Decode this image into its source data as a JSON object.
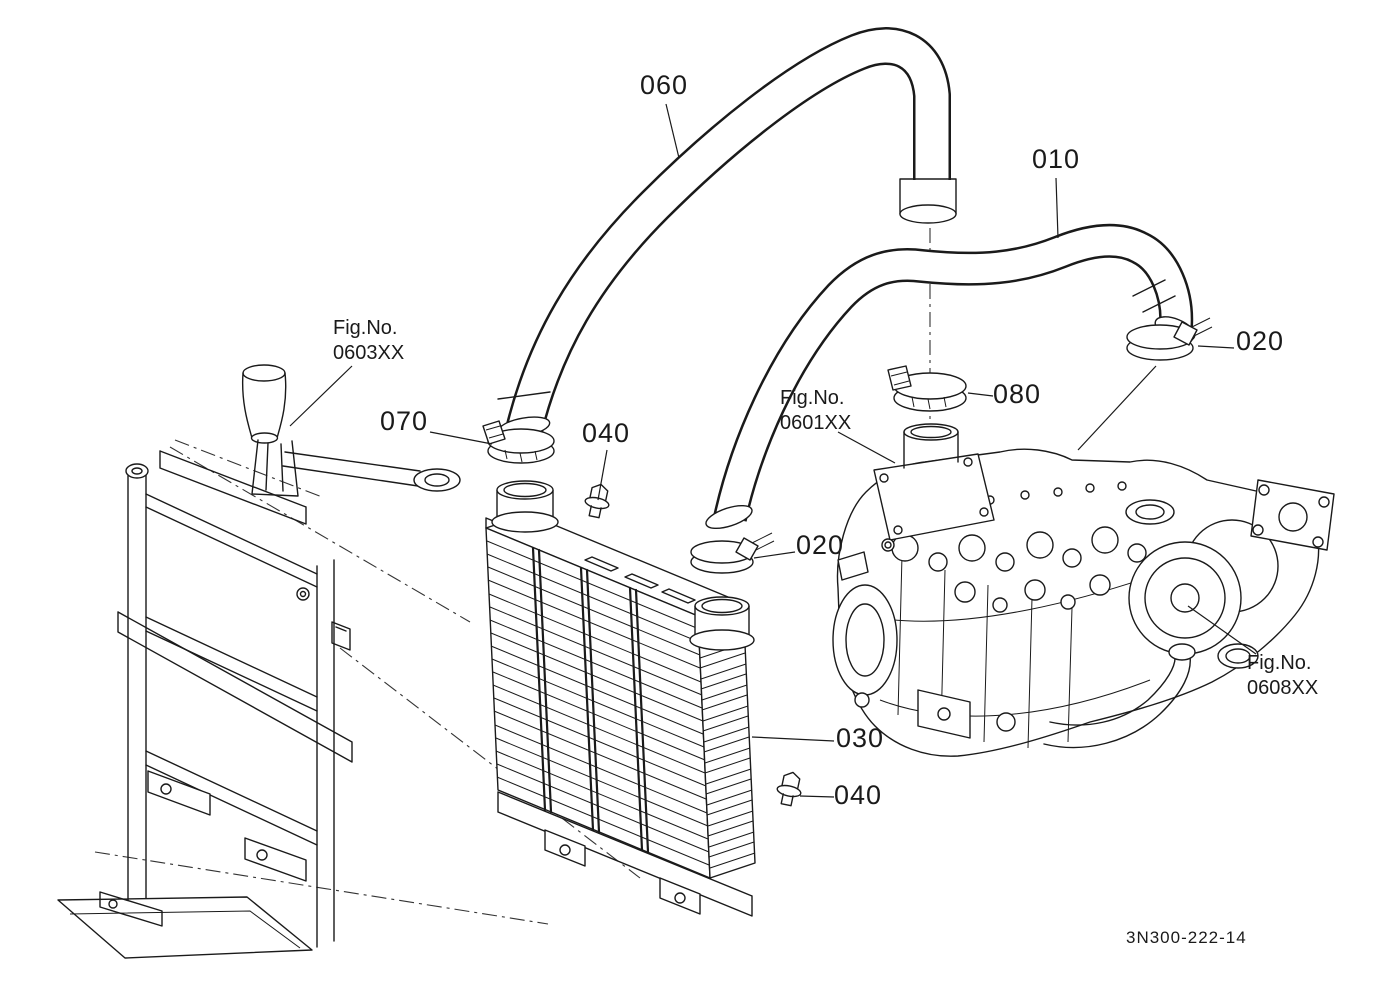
{
  "labels": {
    "c060": "060",
    "c010": "010",
    "c020_right": "020",
    "fig0603_line1": "Fig.No.",
    "fig0603_line2": "0603XX",
    "c070": "070",
    "c040_top": "040",
    "fig0601_line1": "Fig.No.",
    "fig0601_line2": "0601XX",
    "c080": "080",
    "c020_left": "020",
    "c030": "030",
    "c040_bottom": "040",
    "fig0608_line1": "Fig.No.",
    "fig0608_line2": "0608XX",
    "drawing_number": "3N300-222-14"
  },
  "colors": {
    "line": "#1a1a1a",
    "background": "#ffffff"
  }
}
